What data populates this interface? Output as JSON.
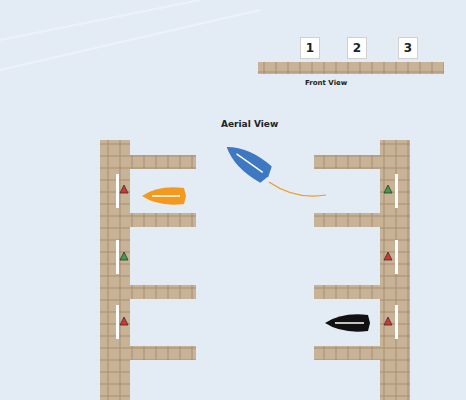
{
  "diagram": {
    "nodes": [
      {
        "text": [
          "1"
        ]
      },
      {
        "text": [
          "2"
        ]
      },
      {
        "text": [
          "3"
        ]
      }
    ],
    "labels": [
      "Front View",
      "Aerial View"
    ]
  }
}
